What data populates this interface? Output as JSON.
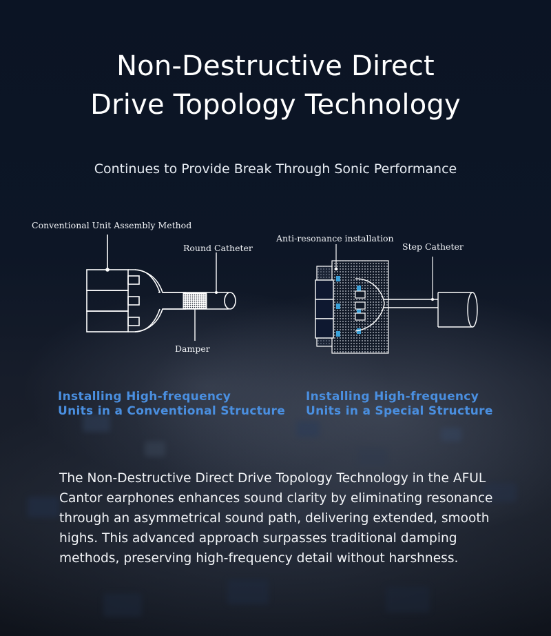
{
  "title_line1": "Non-Destructive Direct",
  "title_line2": "Drive Topology Technology",
  "subtitle": "Continues to Provide Break Through Sonic Performance",
  "left_diagram": {
    "label_method": "Conventional Unit Assembly Method",
    "label_catheter": "Round Catheter",
    "label_damper": "Damper",
    "caption_line1": "Installing High-frequency",
    "caption_line2": "Units in a Conventional Structure"
  },
  "right_diagram": {
    "label_installation": "Anti-resonance installation",
    "label_catheter": "Step Catheter",
    "caption_line1": "Installing High-frequency",
    "caption_line2": "Units in a Special Structure"
  },
  "description": "The Non-Destructive Direct Drive Topology Technology in the AFUL Cantor earphones enhances sound clarity by eliminating resonance through an asymmetrical sound path, delivering extended, smooth highs. This advanced approach surpasses traditional damping methods, preserving high-frequency detail without harshness.",
  "colors": {
    "background": "#0d1422",
    "caption": "#4a8fe0",
    "text": "#ffffff",
    "accent_blue": "#3aa0d8"
  }
}
